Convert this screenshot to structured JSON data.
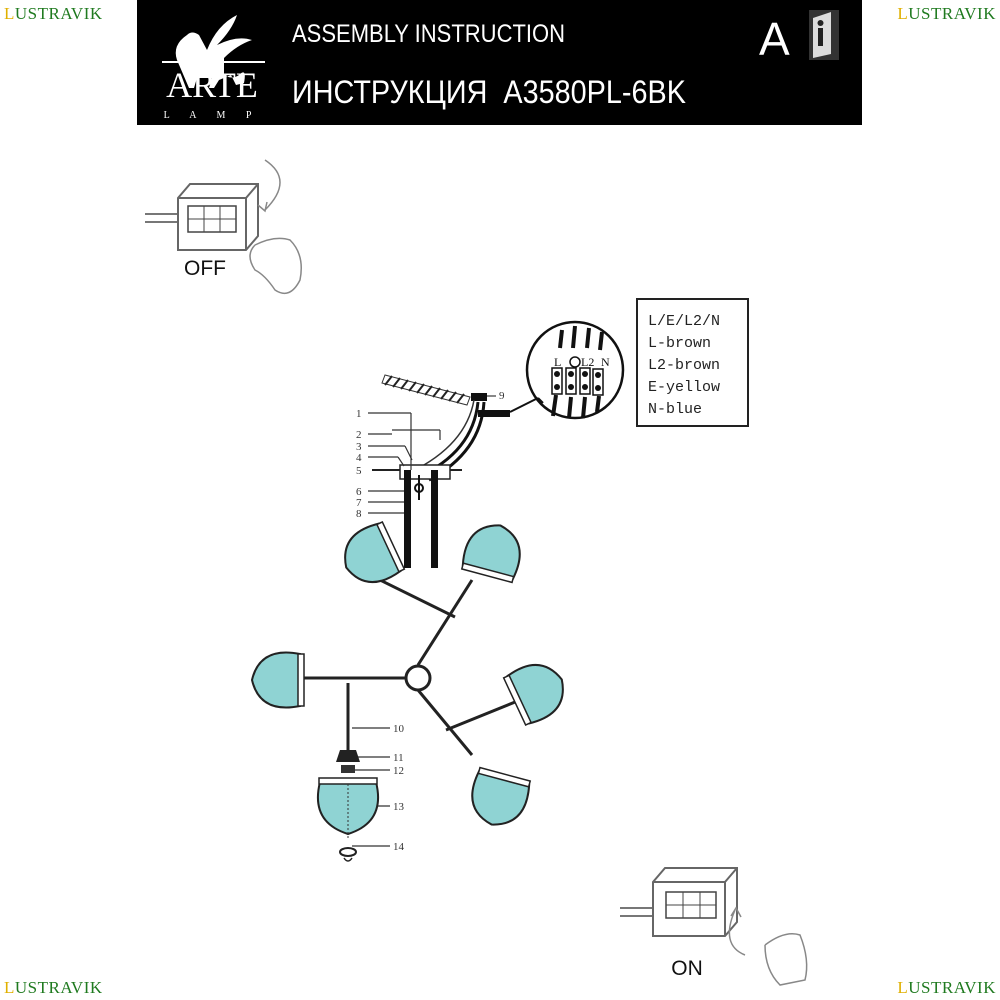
{
  "watermark": {
    "brand": "LUSTRAVIK",
    "brand_rest": "USTRAVIK",
    "brand_first": "L"
  },
  "header": {
    "logo_brand": "ARTE",
    "logo_sub": "L A M P",
    "title_en": "ASSEMBLY INSTRUCTION",
    "title_ru": "ИНСТРУКЦИЯ",
    "model": "A3580PL-6BK",
    "badge_letter": "A",
    "badge_icon": "manual-book-icon"
  },
  "switch_off": {
    "label": "OFF"
  },
  "switch_on": {
    "label": "ON"
  },
  "wiring_legend": {
    "lines": [
      "L/E/L2/N",
      "L-brown",
      "L2-brown",
      "E-yellow",
      "N-blue"
    ],
    "terminal_labels": [
      "L",
      "L2",
      "N"
    ]
  },
  "part_numbers": [
    "1",
    "2",
    "3",
    "4",
    "5",
    "6",
    "7",
    "8",
    "9",
    "10",
    "11",
    "12",
    "13",
    "14"
  ],
  "colors": {
    "glass": "#8fd3d3",
    "header_bg": "#000000",
    "watermark": "#1f7a1f"
  }
}
